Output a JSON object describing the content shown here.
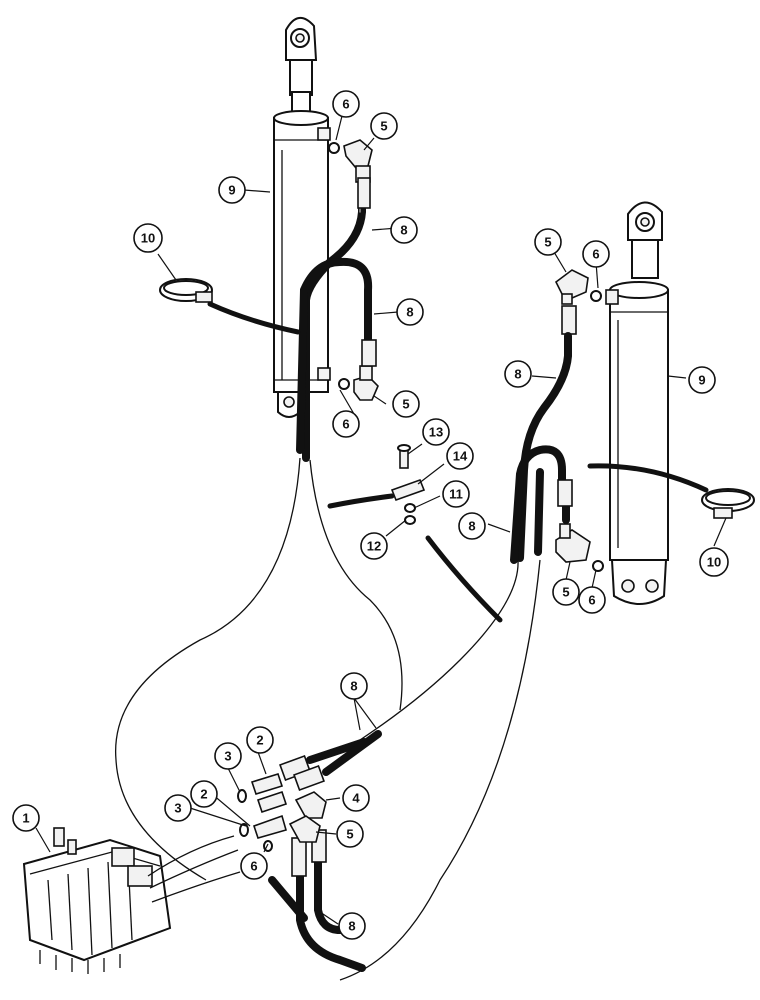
{
  "callouts": {
    "c1": "1",
    "c2a": "2",
    "c2b": "2",
    "c3a": "3",
    "c3b": "3",
    "c4": "4",
    "c5a": "5",
    "c5b": "5",
    "c5c": "5",
    "c5d": "5",
    "c5e": "5",
    "c6a": "6",
    "c6b": "6",
    "c6c": "6",
    "c6d": "6",
    "c6e": "6",
    "c8a": "8",
    "c8b": "8",
    "c8c": "8",
    "c8d": "8",
    "c8e": "8",
    "c8f": "8",
    "c9a": "9",
    "c9b": "9",
    "c10a": "10",
    "c10b": "10",
    "c11": "11",
    "c12": "12",
    "c13": "13",
    "c14": "14"
  },
  "colors": {
    "line": "#111111",
    "background": "#ffffff"
  }
}
